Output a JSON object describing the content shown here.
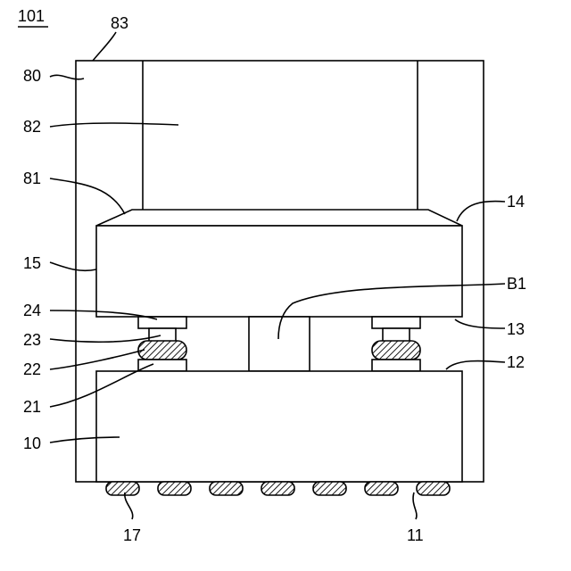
{
  "figure": {
    "ref": "101",
    "labels": {
      "l83": "83",
      "l80": "80",
      "l82": "82",
      "l81": "81",
      "l14": "14",
      "l15": "15",
      "lB1": "B1",
      "l24": "24",
      "l13": "13",
      "l23": "23",
      "l22": "22",
      "l12": "12",
      "l21": "21",
      "l10": "10",
      "l17": "17",
      "l11": "11"
    }
  }
}
